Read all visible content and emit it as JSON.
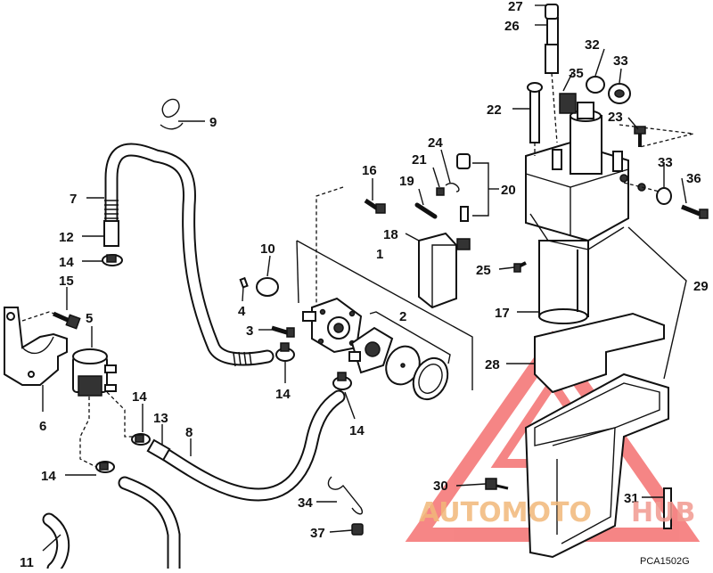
{
  "diagram": {
    "figure_code": "PCA1502G",
    "watermark": {
      "part1": "AUTOMOTO",
      "part2": "HUB",
      "color1": "#f2b87a",
      "color2": "#f29a90",
      "triangle_color": "#ee2222"
    },
    "callouts": [
      "1",
      "2",
      "3",
      "4",
      "5",
      "6",
      "7",
      "8",
      "9",
      "10",
      "11",
      "12",
      "13",
      "14",
      "14",
      "14",
      "14",
      "14",
      "15",
      "16",
      "17",
      "18",
      "19",
      "20",
      "21",
      "22",
      "23",
      "24",
      "25",
      "26",
      "27",
      "28",
      "29",
      "30",
      "31",
      "32",
      "33",
      "33",
      "34",
      "35",
      "36",
      "37"
    ]
  }
}
